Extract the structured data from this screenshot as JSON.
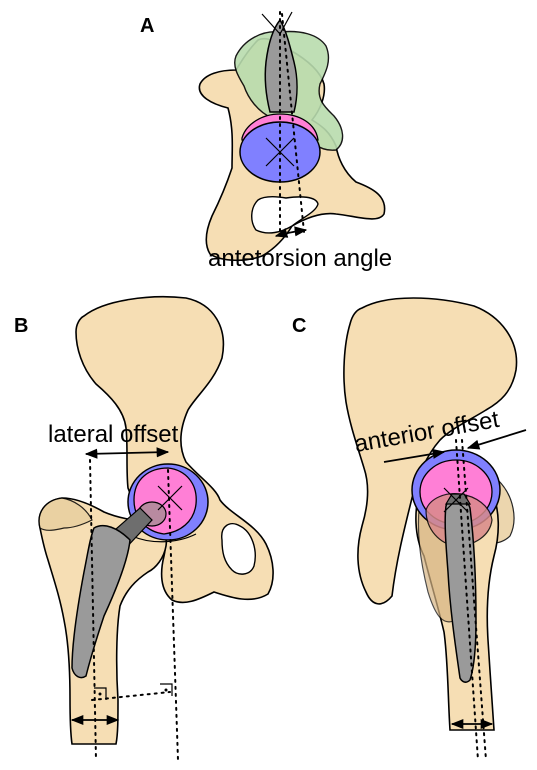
{
  "panels": {
    "a": {
      "letter": "A",
      "label": "antetorsion angle"
    },
    "b": {
      "letter": "B",
      "label": "lateral offset"
    },
    "c": {
      "letter": "C",
      "label": "anterior offset"
    }
  },
  "colors": {
    "bone": "#f6deb4",
    "acetabular_cup": "#8080ff",
    "liner": "#ff7fd6",
    "stem": "#9a9a9a",
    "overlay": "#b9dcae"
  }
}
